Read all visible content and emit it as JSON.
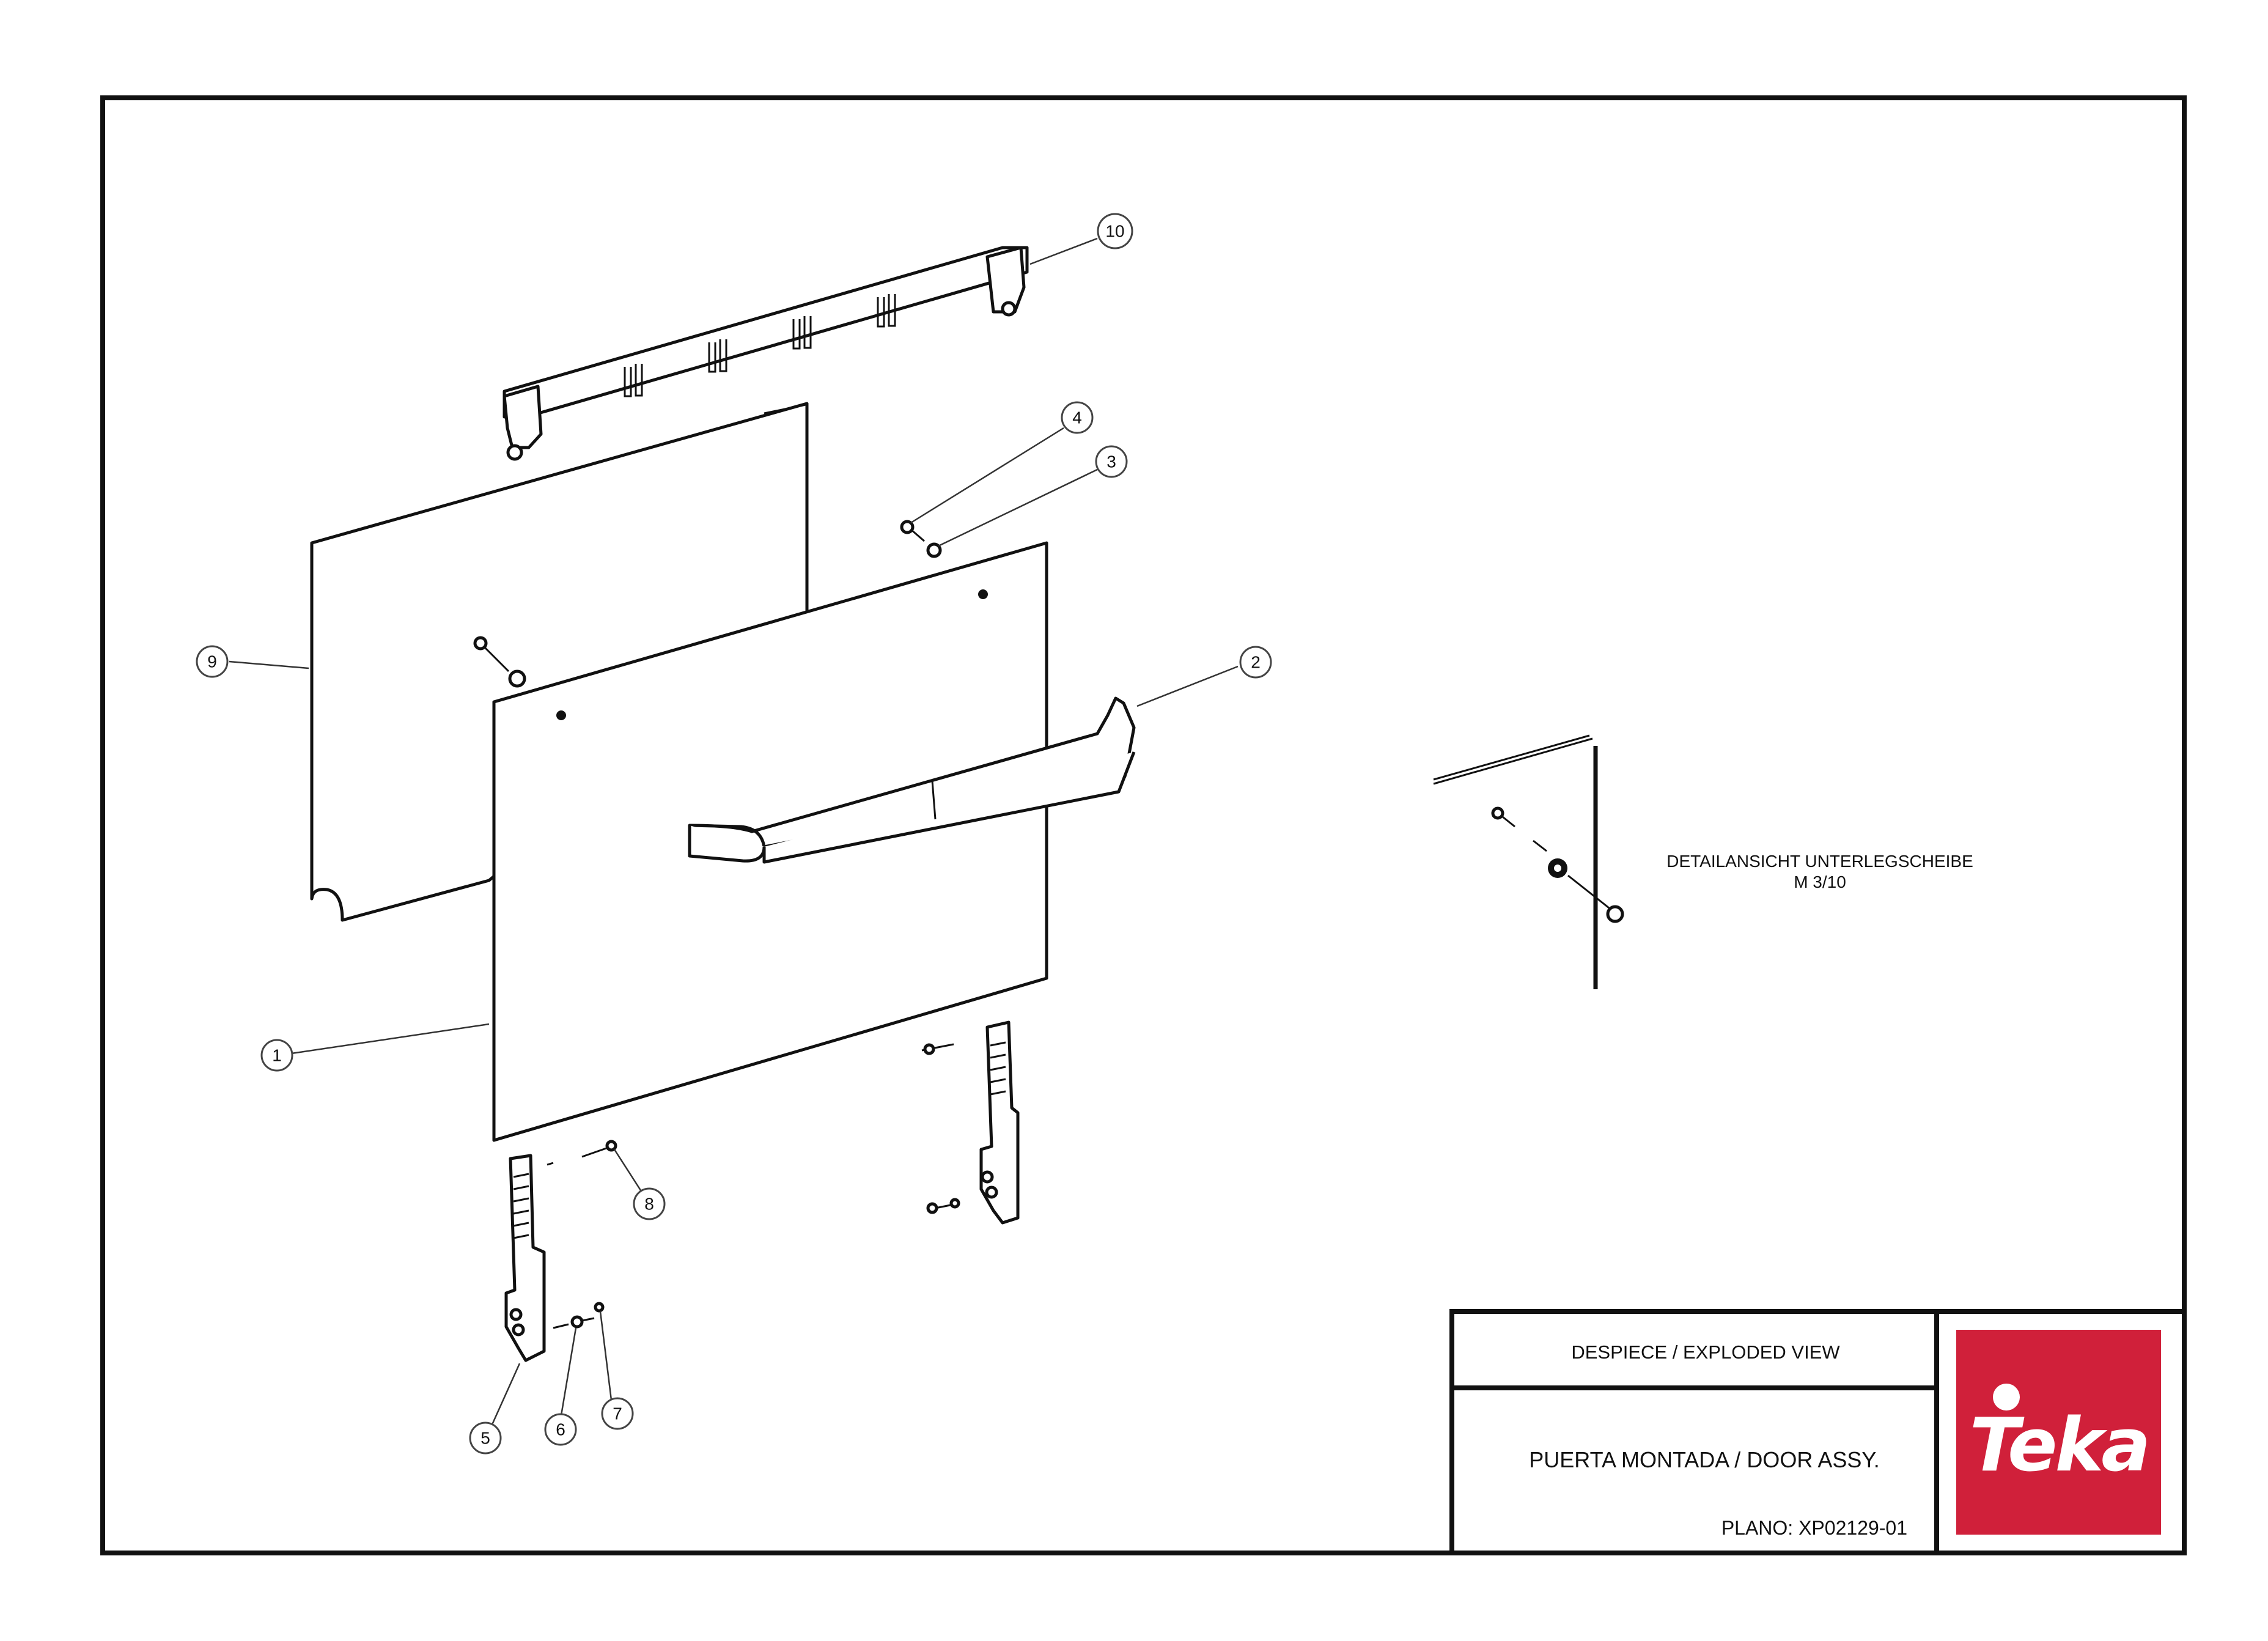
{
  "callouts": [
    {
      "number": "1"
    },
    {
      "number": "2"
    },
    {
      "number": "3"
    },
    {
      "number": "4"
    },
    {
      "number": "5"
    },
    {
      "number": "6"
    },
    {
      "number": "7"
    },
    {
      "number": "8"
    },
    {
      "number": "9"
    },
    {
      "number": "10"
    }
  ],
  "detail": {
    "title": "DETAILANSICHT UNTERLEGSCHEIBE",
    "subtitle": "M 3/10"
  },
  "title_block": {
    "view_label": "DESPIECE / EXPLODED VIEW",
    "part_name": "PUERTA MONTADA / DOOR ASSY.",
    "drawing_number": "PLANO: XP02129-01"
  },
  "logo": {
    "text": "Teka",
    "color": "#d0203a"
  },
  "colors": {
    "line": "#111111",
    "brand": "#d0203a"
  }
}
